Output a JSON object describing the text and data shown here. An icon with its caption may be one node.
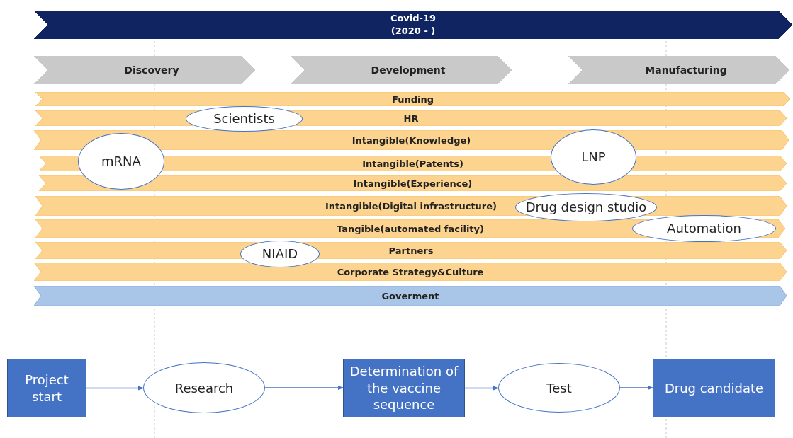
{
  "diagram": {
    "nodes": [
      {
        "text": [
          "Covid-19 (2020 - )"
        ]
      },
      {
        "text": [
          "Discovery"
        ]
      },
      {
        "text": [
          "Development"
        ]
      },
      {
        "text": [
          "Manufacturing"
        ]
      },
      {
        "text": [
          "Funding"
        ]
      },
      {
        "text": [
          "HR"
        ]
      },
      {
        "text": [
          "Intangible(Knowledge)"
        ]
      },
      {
        "text": [
          "Intangible(Patents)"
        ]
      },
      {
        "text": [
          "Intangible(Experience)"
        ]
      },
      {
        "text": [
          "Intangible(Digital infrastructure)"
        ]
      },
      {
        "text": [
          "Tangible(automated facility)"
        ]
      },
      {
        "text": [
          "Partners"
        ]
      },
      {
        "text": [
          "Corporate Strategy&Culture"
        ]
      },
      {
        "text": [
          "Goverment"
        ]
      },
      {
        "text": [
          "Scientists"
        ]
      },
      {
        "text": [
          "mRNA"
        ]
      },
      {
        "text": [
          "LNP"
        ]
      },
      {
        "text": [
          "Drug design studio"
        ]
      },
      {
        "text": [
          "Automation"
        ]
      },
      {
        "text": [
          "NIAID"
        ]
      },
      {
        "text": [
          "Project start"
        ]
      },
      {
        "text": [
          "Research"
        ]
      },
      {
        "text": [
          "Determination of the vaccine sequence"
        ]
      },
      {
        "text": [
          "Test"
        ]
      },
      {
        "text": [
          "Drug candidate"
        ]
      }
    ],
    "edges": [
      {
        "from": 20,
        "to": 21,
        "arrow": "to"
      },
      {
        "from": 21,
        "to": 22,
        "arrow": "to"
      },
      {
        "from": 22,
        "to": 23,
        "arrow": "to"
      },
      {
        "from": 23,
        "to": 24,
        "arrow": "to"
      }
    ]
  }
}
